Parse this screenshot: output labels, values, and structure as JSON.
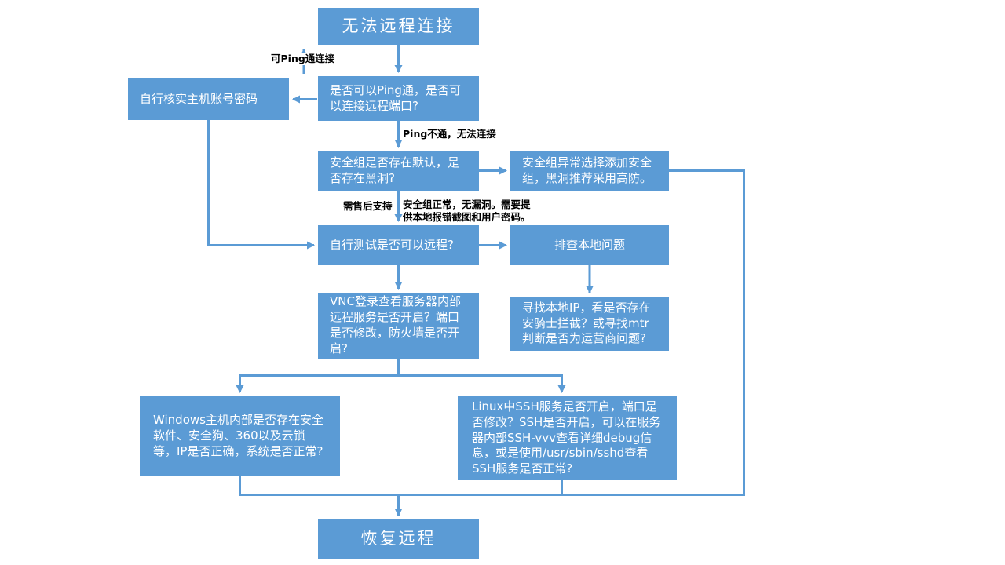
{
  "diagram": {
    "accent_color": "#5B9BD5",
    "nodes": {
      "start": {
        "text": "无法远程连接"
      },
      "ping_check": {
        "text": "是否可以Ping通，是否可以连接远程端口?"
      },
      "verify_account": {
        "text": "自行核实主机账号密码"
      },
      "security_group": {
        "text": "安全组是否存在默认，是否存在黑洞?"
      },
      "security_group_abnormal": {
        "text": "安全组异常选择添加安全组，黑洞推荐采用高防。"
      },
      "self_test": {
        "text": "自行测试是否可以远程?"
      },
      "local_issue": {
        "text": "排查本地问题"
      },
      "vnc_check": {
        "text": "VNC登录查看服务器内部远程服务是否开启？端口是否修改，防火墙是否开启?"
      },
      "local_ip": {
        "text": "寻找本地IP，看是否存在安骑士拦截？或寻找mtr判断是否为运营商问题?"
      },
      "windows_check": {
        "text": "Windows主机内部是否存在安全软件、安全狗、360以及云锁等，IP是否正确，系统是否正常?"
      },
      "linux_check": {
        "text": "Linux中SSH服务是否开启，端口是否修改？SSH是否开启，可以在服务器内部SSH-vvv查看详细debug信息，或是使用/usr/sbin/sshd查看SSH服务是否正常?"
      },
      "end": {
        "text": "恢复远程"
      }
    },
    "edge_labels": {
      "ping_ok": "可Ping通连接",
      "ping_fail": "Ping不通，无法连接",
      "after_sales": "需售后支持",
      "sg_normal": "安全组正常，无漏洞。需要提供本地报错截图和用户密码。"
    }
  }
}
